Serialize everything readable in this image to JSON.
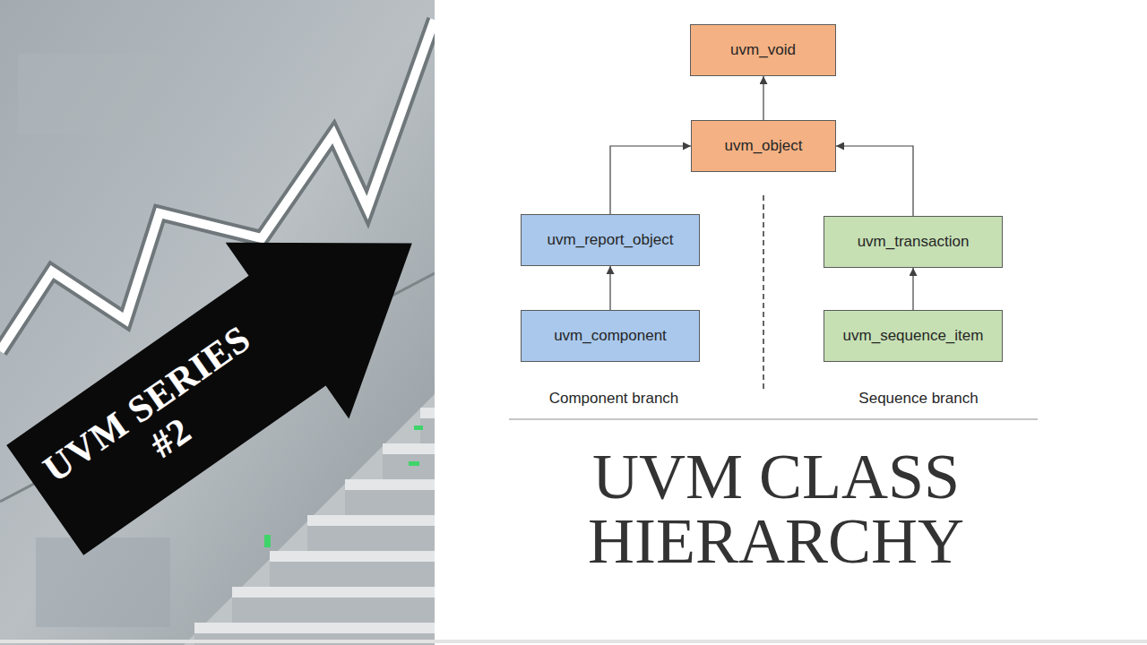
{
  "diagram": {
    "title": "UVM CLASS HIERARCHY",
    "nodes": [
      {
        "text": [
          "UVM SERIES #2"
        ]
      },
      {
        "text": [
          "uvm_void"
        ]
      },
      {
        "text": [
          "uvm_object"
        ]
      },
      {
        "text": [
          "uvm_report_object"
        ]
      },
      {
        "text": [
          "uvm_transaction"
        ]
      },
      {
        "text": [
          "uvm_component"
        ]
      },
      {
        "text": [
          "uvm_sequence_item"
        ]
      }
    ],
    "edges": [
      {
        "from": 2,
        "to": 1,
        "arrow": "to"
      },
      {
        "from": 3,
        "to": 2,
        "arrow": "to"
      },
      {
        "from": 4,
        "to": 2,
        "arrow": "to"
      },
      {
        "from": 5,
        "to": 3,
        "arrow": "to"
      },
      {
        "from": 6,
        "to": 4,
        "arrow": "to"
      }
    ],
    "labels": [
      "Component branch",
      "Sequence branch"
    ]
  }
}
